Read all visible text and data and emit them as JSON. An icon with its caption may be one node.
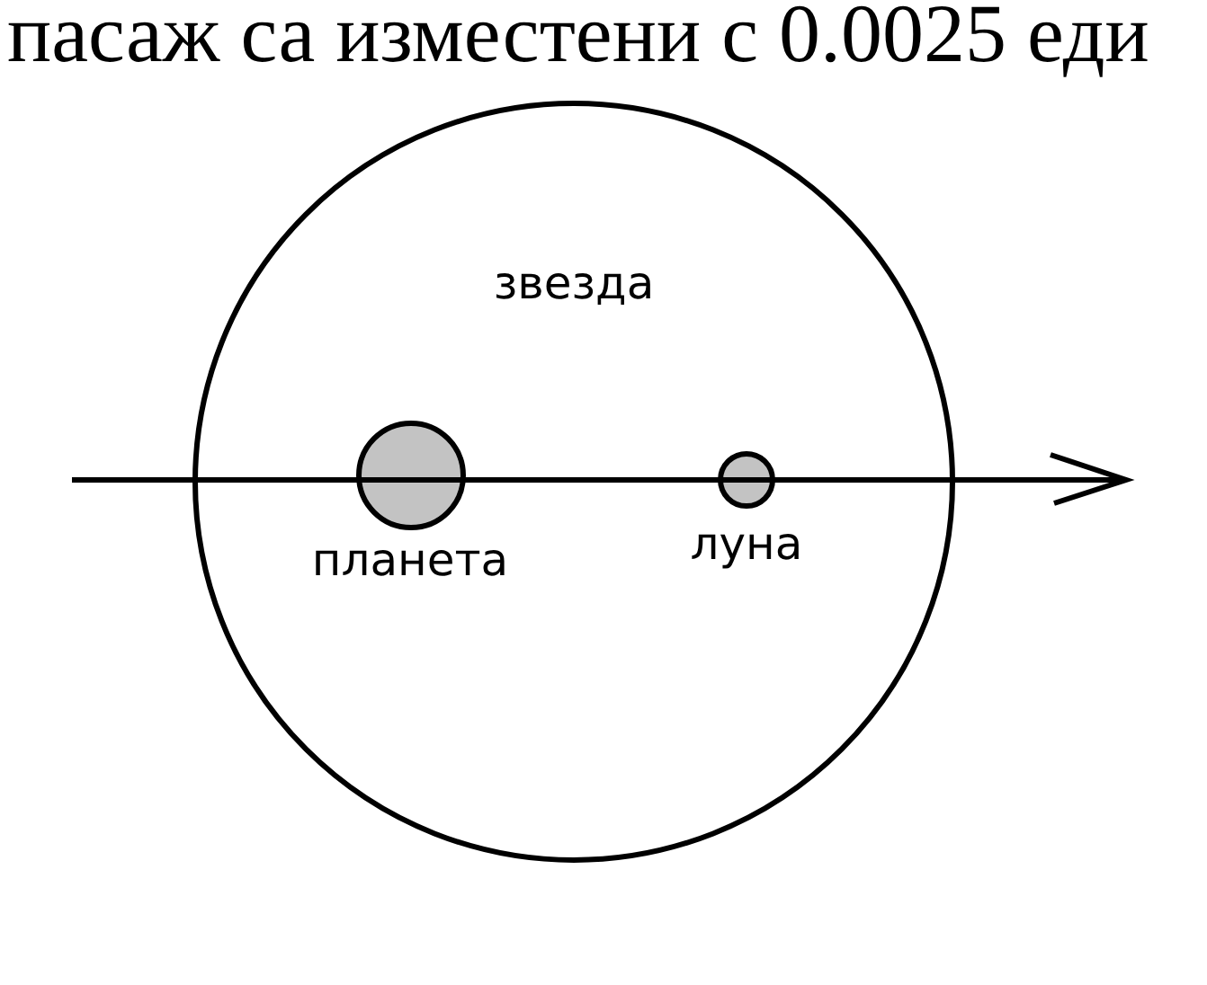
{
  "diagram": {
    "nodes": [
      {
        "text": [
          "звезда"
        ]
      },
      {
        "text": [],
        "shape": "circle",
        "in": 0,
        "beside": [
          "планета"
        ]
      },
      {
        "text": [],
        "shape": "circle",
        "in": 0,
        "beside": [
          "луна"
        ]
      }
    ],
    "labels": [
      "пасаж са изместени с 0.0025 еди"
    ]
  }
}
